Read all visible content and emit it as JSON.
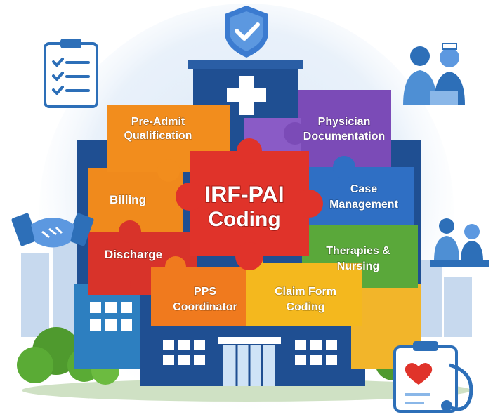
{
  "colors": {
    "billing": "#f08a1c",
    "preadmit": "#f28d1d",
    "physician": "#7b4bb7",
    "case_management": "#2f6fc4",
    "therapies": "#5aa83a",
    "claim": "#f4b81e",
    "pps": "#f07a1e",
    "discharge": "#d8332a",
    "center": "#e0332a",
    "building": "#1f4f92",
    "shield": "#3b7bd0"
  },
  "pieces": {
    "pre_admit": {
      "line1": "Pre-Admit",
      "line2": "Qualification"
    },
    "physician": {
      "line1": "Physician",
      "line2": "Documentation"
    },
    "billing": {
      "line1": "Billing"
    },
    "center": {
      "line1": "IRF-PAI",
      "line2": "Coding"
    },
    "case_management": {
      "line1": "Case",
      "line2": "Management"
    },
    "discharge": {
      "line1": "Discharge"
    },
    "therapies": {
      "line1": "Therapies &",
      "line2": "Nursing"
    },
    "pps": {
      "line1": "PPS",
      "line2": "Coordinator"
    },
    "claim": {
      "line1": "Claim Form",
      "line2": "Coding"
    }
  },
  "icons": {
    "top": "shield-check-icon",
    "top_left": "clipboard-checklist-icon",
    "top_right": "doctor-nurse-icon",
    "left": "handshake-icon",
    "right": "patient-care-icon",
    "bottom_right": "medical-clipboard-stethoscope-icon",
    "roof": "medical-cross-icon"
  }
}
